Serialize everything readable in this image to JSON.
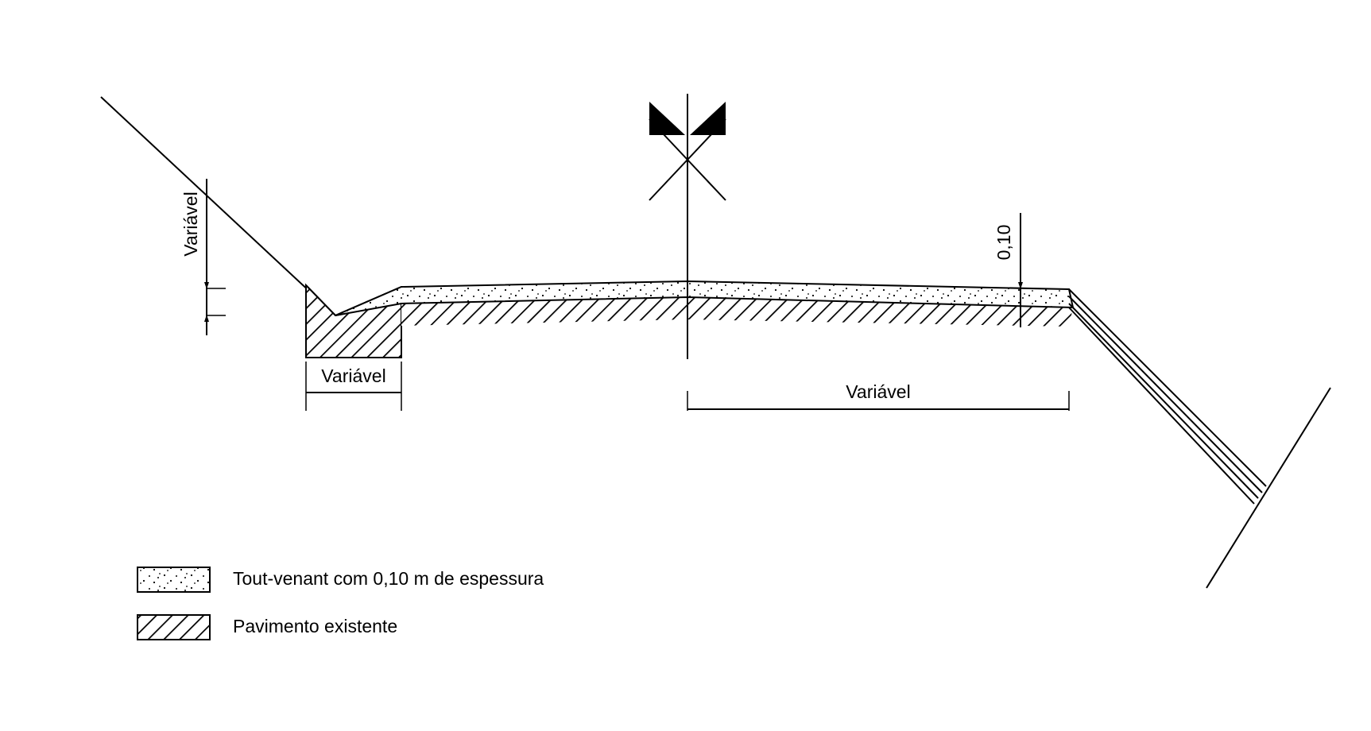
{
  "dimensions": {
    "left_vertical": "Variável",
    "left_bottom": "Variável",
    "right_bottom": "Variável",
    "thickness": "0,10"
  },
  "legend": [
    {
      "key": "tout-venant",
      "label": "Tout-venant com 0,10 m de espessura"
    },
    {
      "key": "pavimento",
      "label": "Pavimento existente"
    }
  ]
}
